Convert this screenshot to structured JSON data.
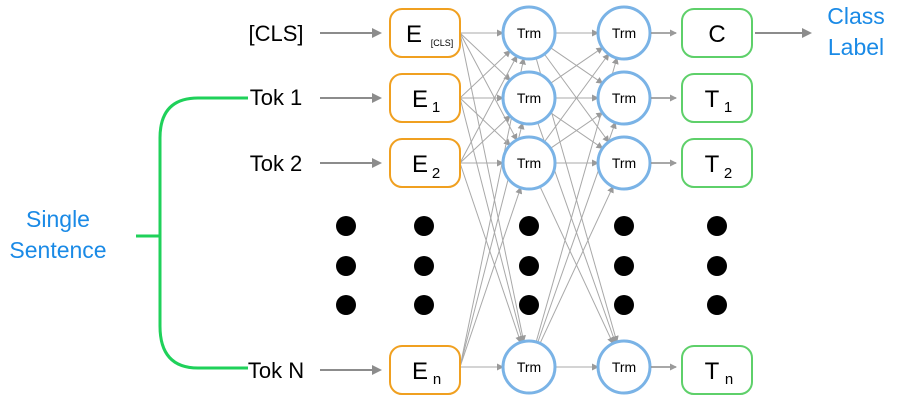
{
  "inputs": {
    "cls": "[CLS]",
    "tok1": "Tok 1",
    "tok2": "Tok 2",
    "tokn": "Tok N"
  },
  "embeddings": {
    "base": "E",
    "cls_sub": "[CLS]",
    "e1_sub": "1",
    "e2_sub": "2",
    "en_sub": "n"
  },
  "transformer_label": "Trm",
  "outputs": {
    "c": "C",
    "t_base": "T",
    "t1_sub": "1",
    "t2_sub": "2",
    "tn_sub": "n"
  },
  "class_label": {
    "line1": "Class",
    "line2": "Label"
  },
  "single_sentence": {
    "line1": "Single",
    "line2": "Sentence"
  },
  "colors": {
    "embedding_border": "#f0a020",
    "transformer_border": "#7ab3e6",
    "output_border": "#5ed06a",
    "bracket": "#1fd15a",
    "label_blue": "#1a8ae6",
    "arrow": "#8c8c8c"
  }
}
